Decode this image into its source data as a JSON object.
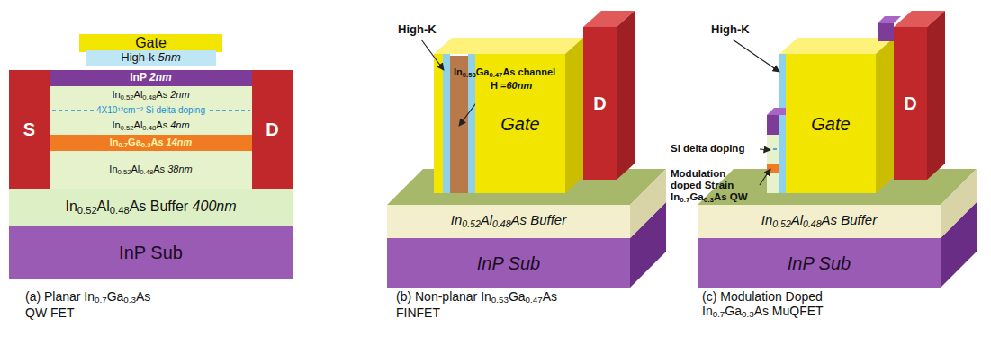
{
  "diagram": {
    "nodes": [
      {
        "text": [
          "Gate"
        ]
      },
      {
        "text": [
          "High-k 5nm"
        ]
      },
      {
        "text": [
          "S"
        ]
      },
      {
        "text": [
          "InP 2nm"
        ]
      },
      {
        "text": [
          "In0.52Al0.48As 2nm"
        ]
      },
      {
        "text": [
          "In0.52Al0.48As 4nm"
        ]
      },
      {
        "text": [
          "In0.7Ga0.3As 14nm"
        ]
      },
      {
        "text": [
          "In0.52Al0.48As 38nm"
        ]
      },
      {
        "text": [
          "D"
        ]
      },
      {
        "text": [
          "In0.52Al0.48As Buffer 400nm"
        ]
      },
      {
        "text": [
          "InP Sub"
        ]
      },
      {
        "text": [
          "D"
        ]
      },
      {
        "text": [
          "Gate"
        ]
      },
      {
        "text": [
          "In0.52Al0.48As Buffer"
        ]
      },
      {
        "text": [
          "InP Sub"
        ]
      },
      {
        "text": [
          "D"
        ]
      },
      {
        "text": [
          "Gate"
        ]
      },
      {
        "text": [
          "In0.52Al0.48As Buffer"
        ]
      },
      {
        "text": [
          "InP Sub"
        ]
      }
    ],
    "labels": [
      "4X10¹²cm⁻² Si delta doping",
      "(a) Planar In0.7Ga0.3As QW FET",
      "High-K",
      "In0.53Ga0.47As channel",
      "H =60nm",
      "(b) Non-planar In0.53Ga0.47As FINFET",
      "High-K",
      "Si delta doping",
      "Modulation doped Strain In0.7Ga0.3As QW",
      "(c) Modulation Doped In0.7Ga0.3As MuQFET"
    ]
  }
}
